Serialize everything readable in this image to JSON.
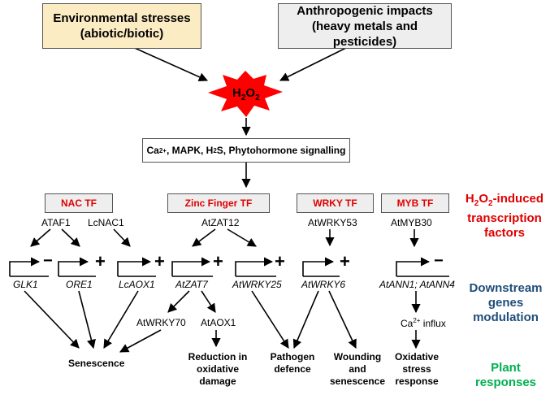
{
  "stress_box": {
    "line1": "Environmental stresses",
    "line2": "(abiotic/biotic)"
  },
  "anthro_box": {
    "line1": "Anthropogenic impacts",
    "line2": "(heavy metals and pesticides)"
  },
  "h2o2": {
    "label": "H",
    "sub1": "2",
    "mid": "O",
    "sub2": "2"
  },
  "signalling": {
    "ca": "Ca",
    "ca_sup": "2+",
    "rest": ", MAPK, H",
    "h2s_sub": "2",
    "tail": "S, Phytohormone signalling"
  },
  "tf_boxes": {
    "nac": "NAC TF",
    "zinc": "Zinc Finger TF",
    "wrky": "WRKY TF",
    "myb": "MYB TF"
  },
  "regulators": {
    "ataf1": "ATAF1",
    "lcnac1": "LcNAC1",
    "atzat12": "AtZAT12",
    "atwrky53": "AtWRKY53",
    "atmyb30": "AtMYB30"
  },
  "genes": {
    "glk1": "GLK1",
    "ore1": "ORE1",
    "lcaox1": "LcAOX1",
    "atzat7": "AtZAT7",
    "atwrky25": "AtWRKY25",
    "atwrky6": "AtWRKY6",
    "atann": "AtANN1; AtANN4"
  },
  "secondary": {
    "atwrky70": "AtWRKY70",
    "ataox1": "AtAOX1",
    "ca_influx_ca": "Ca",
    "ca_influx_sup": "2+",
    "ca_influx_rest": " influx"
  },
  "signs": {
    "minus": "−",
    "plus": "+"
  },
  "responses": {
    "senescence": "Senescence",
    "reduction": [
      "Reduction in",
      "oxidative",
      "damage"
    ],
    "pathogen": [
      "Pathogen",
      "defence"
    ],
    "wounding": [
      "Wounding",
      "and",
      "senescence"
    ],
    "oxidative": [
      "Oxidative",
      "stress",
      "response"
    ]
  },
  "side_labels": {
    "tf": {
      "pre": "H",
      "sub1": "2",
      "mid": "O",
      "sub2": "2",
      "post": "-induced",
      "line2": "transcription",
      "line3": "factors"
    },
    "genes": [
      "Downstream",
      "genes",
      "modulation"
    ],
    "plant": [
      "Plant",
      "responses"
    ]
  },
  "colors": {
    "stress_fill": "#fcecc4",
    "anthro_fill": "#eeeeee",
    "burst": "#ff0000",
    "tf_text": "#e00000",
    "genes_label": "#1f4e79",
    "plant_label": "#00b050"
  }
}
